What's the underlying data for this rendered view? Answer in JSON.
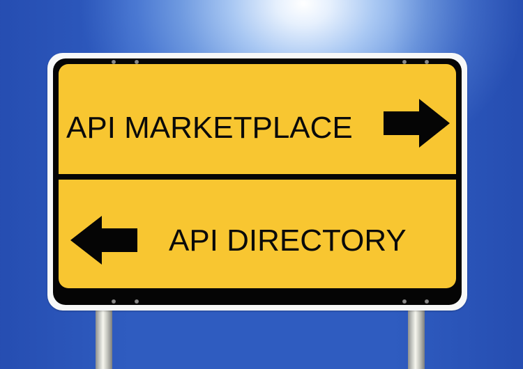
{
  "scene": {
    "description": "Yellow road sign with two directional labels on blue sky background",
    "colors": {
      "sky": "#2c57bd",
      "sky_glow": "#ffffff",
      "sign_face": "#f8c631",
      "sign_border": "#050505",
      "sign_rim": "#f7f8f8",
      "text": "#0a0a0a",
      "pole": "#c9cbc6"
    }
  },
  "sign": {
    "top_panel": {
      "label": "API MARKETPLACE",
      "arrow_direction": "right"
    },
    "bottom_panel": {
      "label": "API DIRECTORY",
      "arrow_direction": "left"
    }
  }
}
